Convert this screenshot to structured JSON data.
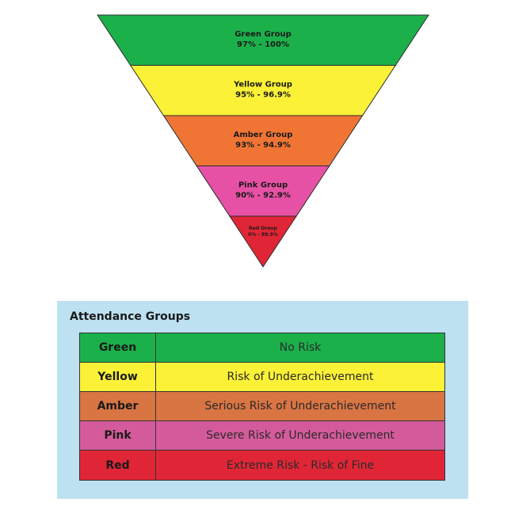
{
  "pyramid": {
    "levels": [
      {
        "name": "Green Group",
        "range": "97% - 100%",
        "color": "#1cb04b"
      },
      {
        "name": "Yellow Group",
        "range": "95% - 96.9%",
        "color": "#fbf137"
      },
      {
        "name": "Amber Group",
        "range": "93% - 94.9%",
        "color": "#f07535"
      },
      {
        "name": "Pink Group",
        "range": "90% - 92.9%",
        "color": "#e751a5"
      },
      {
        "name": "Red Group",
        "range": "0% - 89.9%",
        "color": "#e02636"
      }
    ]
  },
  "legend": {
    "title": "Attendance Groups",
    "background": "#bde1f1",
    "rows": [
      {
        "group": "Green",
        "description": "No Risk",
        "color": "#1cb04b"
      },
      {
        "group": "Yellow",
        "description": "Risk of Underachievement",
        "color": "#fbf137"
      },
      {
        "group": "Amber",
        "description": "Serious Risk of Underachievement",
        "color": "#d97443"
      },
      {
        "group": "Pink",
        "description": "Severe Risk of Underachievement",
        "color": "#d45b9b"
      },
      {
        "group": "Red",
        "description": "Extreme Risk - Risk of Fine",
        "color": "#e02636"
      }
    ]
  }
}
